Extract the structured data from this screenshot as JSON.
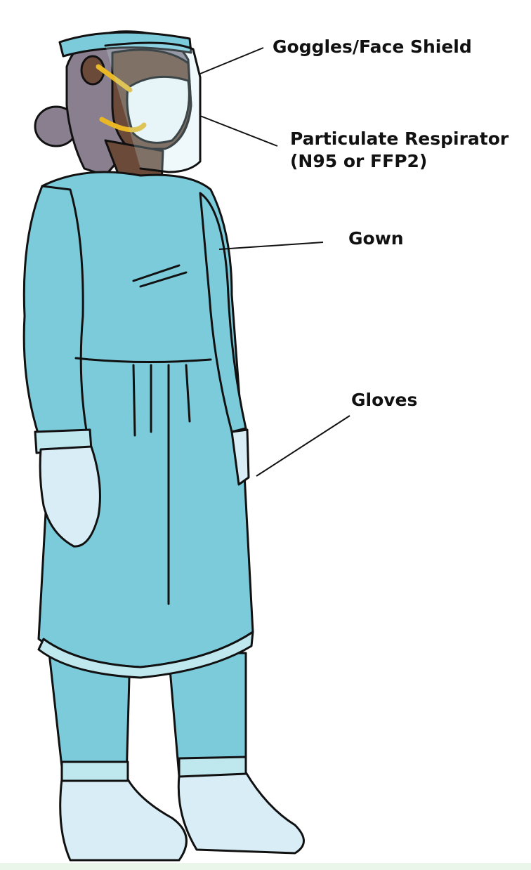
{
  "labels": {
    "goggles": "Goggles/Face Shield",
    "respirator_line1": "Particulate Respirator",
    "respirator_line2": "(N95 or FFP2)",
    "gown": "Gown",
    "gloves": "Gloves"
  },
  "colors": {
    "gown": "#7ccbdb",
    "gown_highlight": "#bfe7ee",
    "glove": "#d8edf6",
    "skin": "#6b4a3a",
    "hair": "#8a7f8f",
    "strap": "#e9b824",
    "outline": "#111111"
  }
}
